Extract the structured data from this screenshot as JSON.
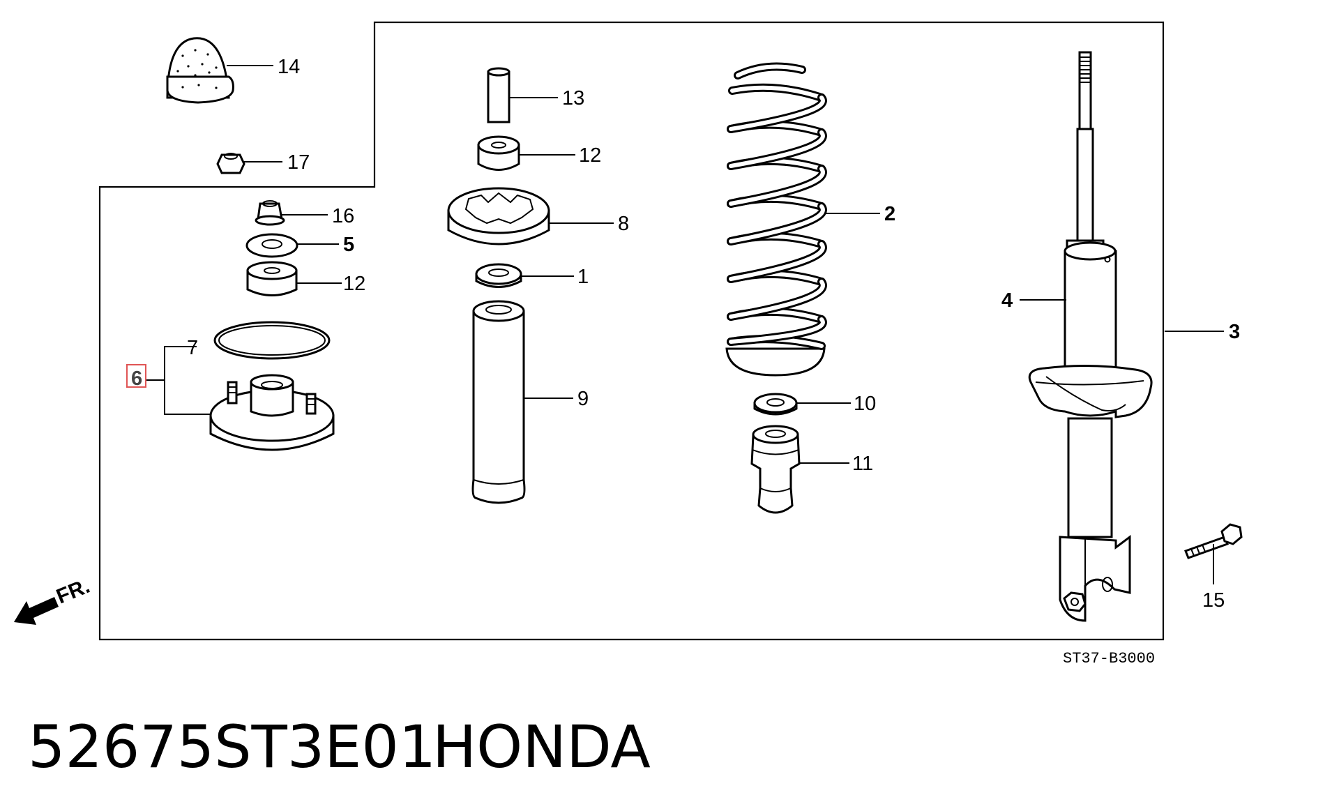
{
  "labels": {
    "p1": "1",
    "p2": "2",
    "p3": "3",
    "p4": "4",
    "p5": "5",
    "p6": "6",
    "p7": "7",
    "p8": "8",
    "p9": "9",
    "p10": "10",
    "p11": "11",
    "p12a": "12",
    "p12b": "12",
    "p13": "13",
    "p14": "14",
    "p15": "15",
    "p16": "16",
    "p17": "17"
  },
  "direction": "FR.",
  "diagram_code": "ST37-B3000",
  "part_number": "52675ST3E01",
  "brand": "HONDA",
  "colors": {
    "highlight_box": "#e05555",
    "line": "#000000",
    "background": "#ffffff"
  }
}
